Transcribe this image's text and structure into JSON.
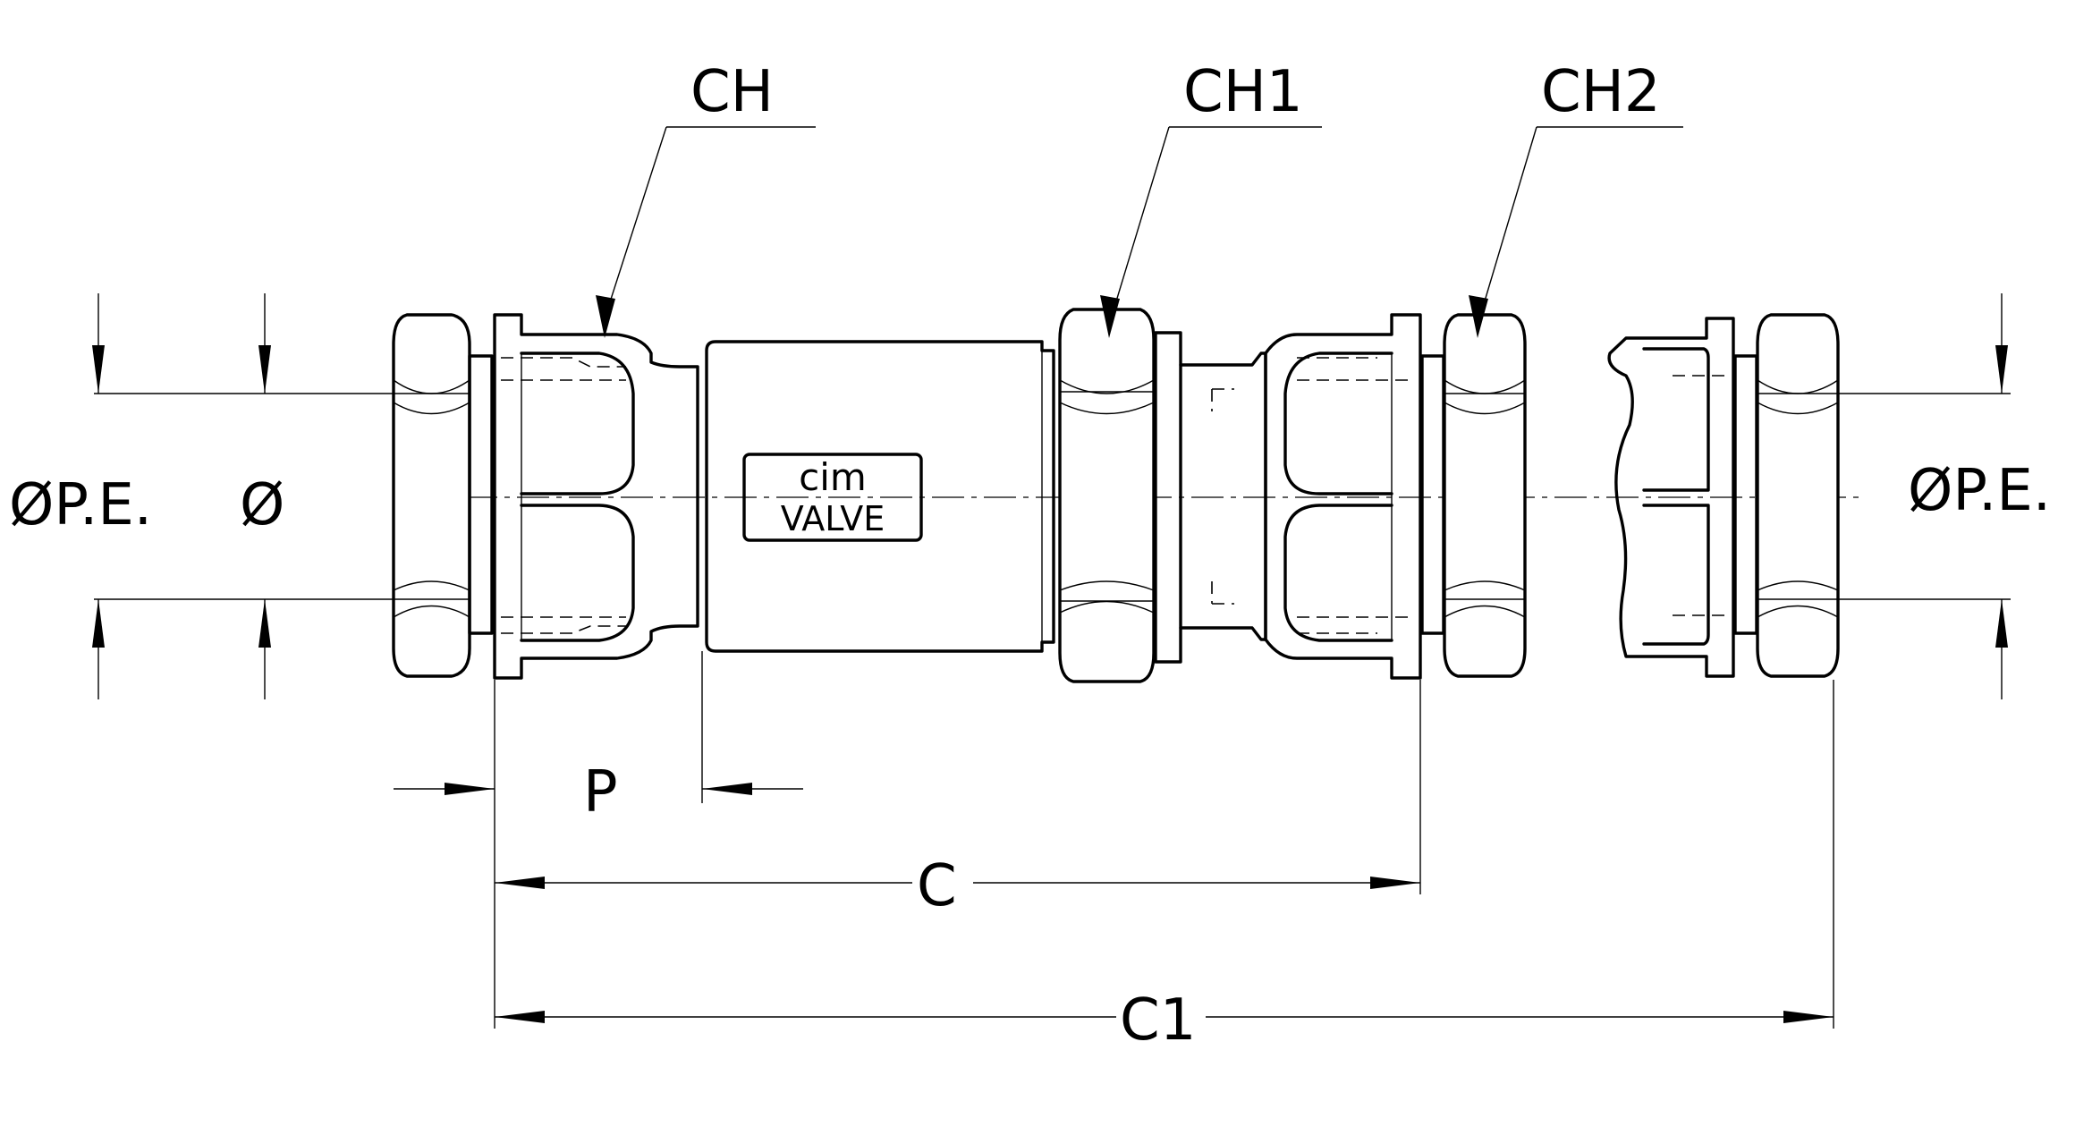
{
  "labels": {
    "ch": "CH",
    "ch1": "CH1",
    "ch2": "CH2",
    "ope_left": "ØP.E.",
    "diameter": "Ø",
    "ope_right": "ØP.E.",
    "p": "P",
    "c": "C",
    "c1": "C1"
  },
  "logo": {
    "brand": "cim",
    "product": "VALVE"
  }
}
